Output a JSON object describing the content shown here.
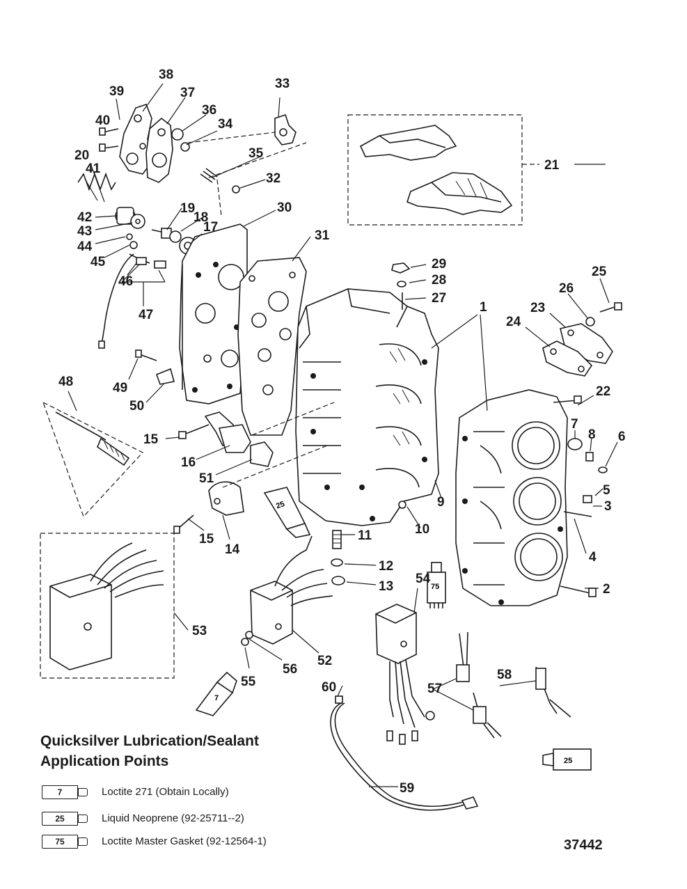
{
  "callouts": [
    "1",
    "2",
    "3",
    "4",
    "5",
    "6",
    "7",
    "8",
    "9",
    "10",
    "11",
    "12",
    "13",
    "14",
    "15",
    "15",
    "16",
    "17",
    "18",
    "19",
    "20",
    "21",
    "22",
    "23",
    "24",
    "25",
    "26",
    "27",
    "28",
    "29",
    "30",
    "31",
    "32",
    "33",
    "34",
    "35",
    "36",
    "37",
    "38",
    "39",
    "40",
    "41",
    "42",
    "43",
    "44",
    "45",
    "46",
    "47",
    "48",
    "49",
    "50",
    "51",
    "52",
    "53",
    "54",
    "55",
    "56",
    "57",
    "58",
    "59",
    "60"
  ],
  "tube_labels": {
    "t25a": "25",
    "t75a": "75",
    "t7a": "7",
    "t25b": "25"
  },
  "legend": {
    "title_line1": "Quicksilver Lubrication/Sealant",
    "title_line2": "Application Points",
    "items": [
      {
        "num": "7",
        "text": "Loctite 271 (Obtain Locally)"
      },
      {
        "num": "25",
        "text": "Liquid Neoprene (92-25711--2)"
      },
      {
        "num": "75",
        "text": "Loctite Master Gasket (92-12564-1)"
      }
    ]
  },
  "figure_number": "37442"
}
